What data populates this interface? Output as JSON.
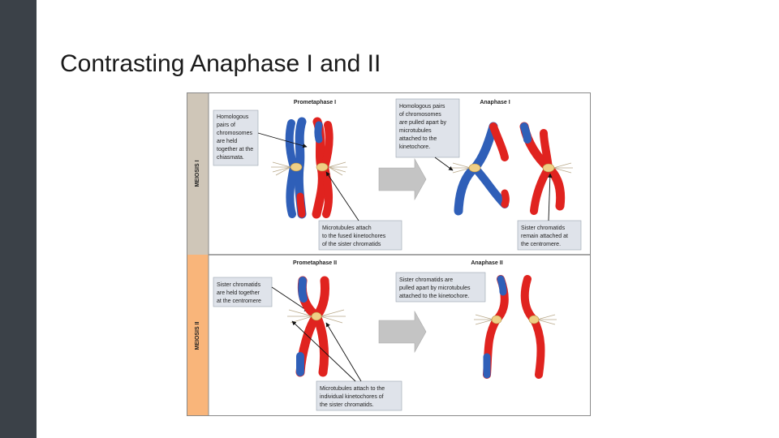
{
  "slide": {
    "title": "Contrasting Anaphase I and II"
  },
  "figure": {
    "meiosis1": {
      "band_label": "MEIOSIS I",
      "left_heading": "Prometaphase I",
      "right_heading": "Anaphase I",
      "box_homologous_held": [
        "Homologous",
        "pairs of",
        "chromosomes",
        "are held",
        "together at the",
        "chiasmata."
      ],
      "box_microtubules_fused": [
        "Microtubules attach",
        "to the fused kinetochores",
        "of the sister chromatids"
      ],
      "box_pulled_apart": [
        "Homologous pairs",
        "of chromosomes",
        "are pulled apart by",
        "microtubules",
        "attached to the",
        "kinetochore."
      ],
      "box_sisters_remain": [
        "Sister chromatids",
        "remain attached at",
        "the centromere."
      ]
    },
    "meiosis2": {
      "band_label": "MEIOSIS II",
      "left_heading": "Prometaphase II",
      "right_heading": "Anaphase II",
      "box_sisters_held": [
        "Sister chromatids",
        "are held together",
        "at the centromere"
      ],
      "box_microtubules_individual": [
        "Microtubules attach to the",
        "individual kinetochores of",
        "the sister chromatids."
      ],
      "box_sisters_pulled": [
        "Sister chromatids are",
        "pulled apart by microtubules",
        "attached to the kinetochore."
      ]
    },
    "colors": {
      "blue": "#2f5fb8",
      "red": "#e0231f",
      "band_meiosis1": "#cfc6b8",
      "band_meiosis2": "#f9b57a",
      "callout": "#dfe3ea",
      "arrow": "#c4c4c4"
    }
  }
}
